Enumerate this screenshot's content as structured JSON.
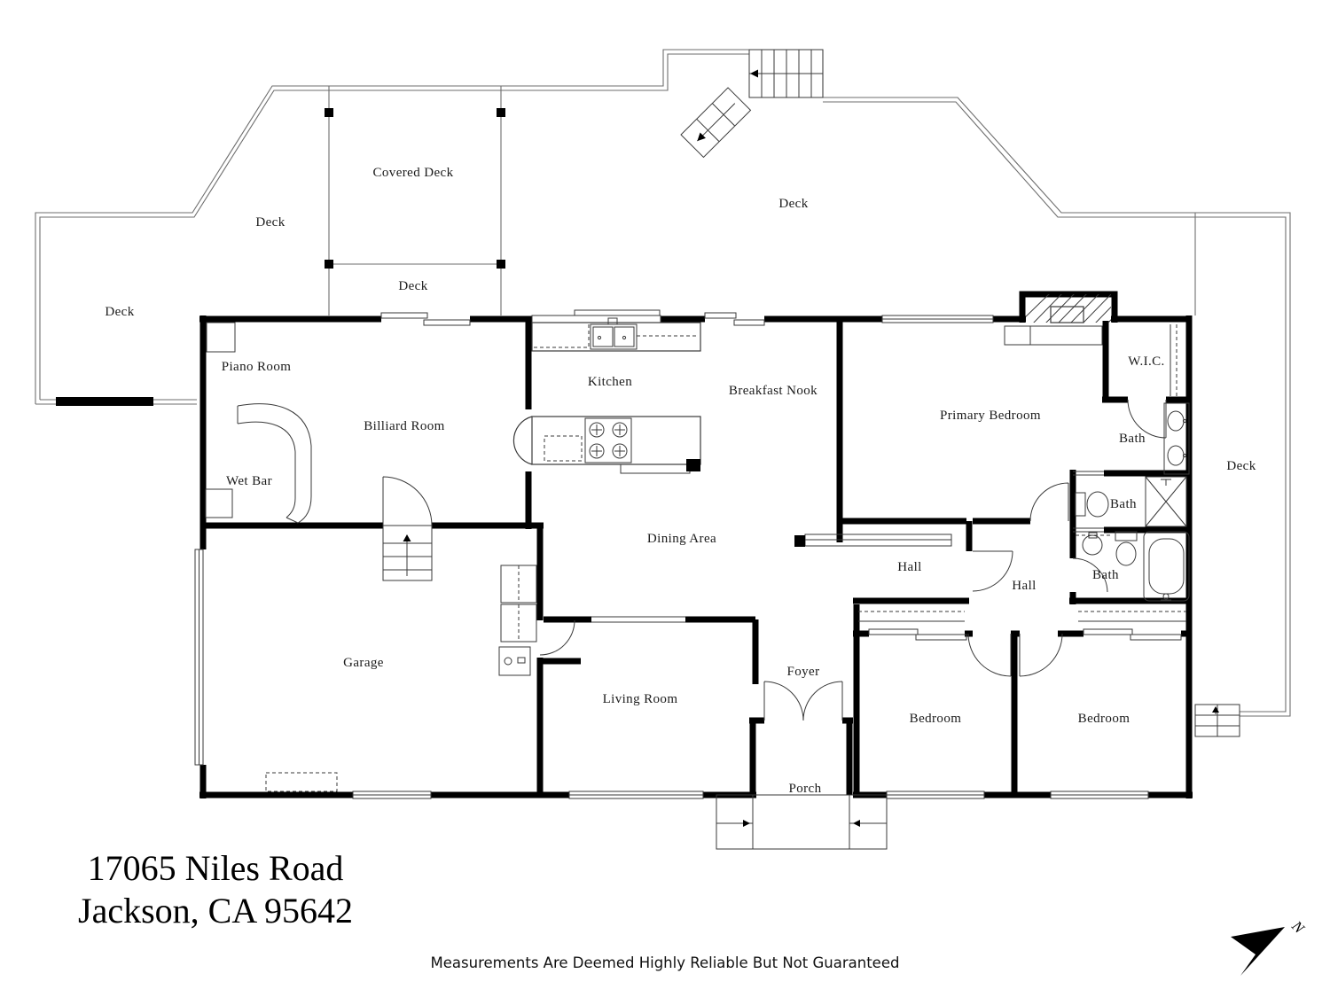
{
  "address": {
    "line1": "17065 Niles Road",
    "line2": "Jackson, CA  95642"
  },
  "footer": {
    "disclaimer": "Measurements Are Deemed Highly Reliable But Not Guaranteed"
  },
  "compass": {
    "north_label": "N"
  },
  "rooms": {
    "deck_far_left": "Deck",
    "deck_upper_left": "Deck",
    "covered_deck": "Covered Deck",
    "deck_mid": "Deck",
    "deck_top": "Deck",
    "deck_right": "Deck",
    "piano_room": "Piano Room",
    "billiard_room": "Billiard Room",
    "wet_bar": "Wet Bar",
    "kitchen": "Kitchen",
    "breakfast_nook": "Breakfast Nook",
    "dining_area": "Dining Area",
    "primary_bedroom": "Primary Bedroom",
    "wic": "W.I.C.",
    "bath_primary": "Bath",
    "bath_middle": "Bath",
    "bath_hall": "Bath",
    "hall_west": "Hall",
    "hall_east": "Hall",
    "garage": "Garage",
    "living_room": "Living Room",
    "foyer": "Foyer",
    "porch": "Porch",
    "bedroom_left": "Bedroom",
    "bedroom_right": "Bedroom"
  }
}
